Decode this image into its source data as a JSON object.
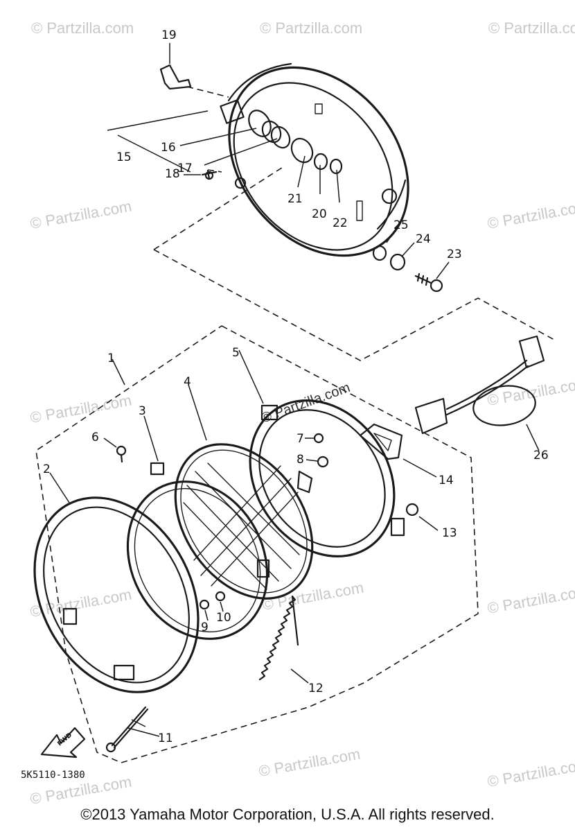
{
  "watermark": {
    "text": "© Partzilla.com"
  },
  "diagram_code": "5K5110-1380",
  "front_arrow_label": "FWD",
  "copyright": "©2013 Yamaha Motor Corporation, U.S.A. All rights reserved.",
  "callouts": {
    "c1": "1",
    "c2": "2",
    "c3": "3",
    "c4": "4",
    "c5": "5",
    "c6": "6",
    "c7": "7",
    "c8": "8",
    "c9": "9",
    "c10": "10",
    "c11": "11",
    "c12": "12",
    "c13": "13",
    "c14": "14",
    "c15": "15",
    "c16": "16",
    "c17": "17",
    "c18": "18",
    "c19": "19",
    "c20": "20",
    "c21": "21",
    "c22": "22",
    "c23": "23",
    "c24": "24",
    "c25": "25",
    "c26": "26"
  }
}
